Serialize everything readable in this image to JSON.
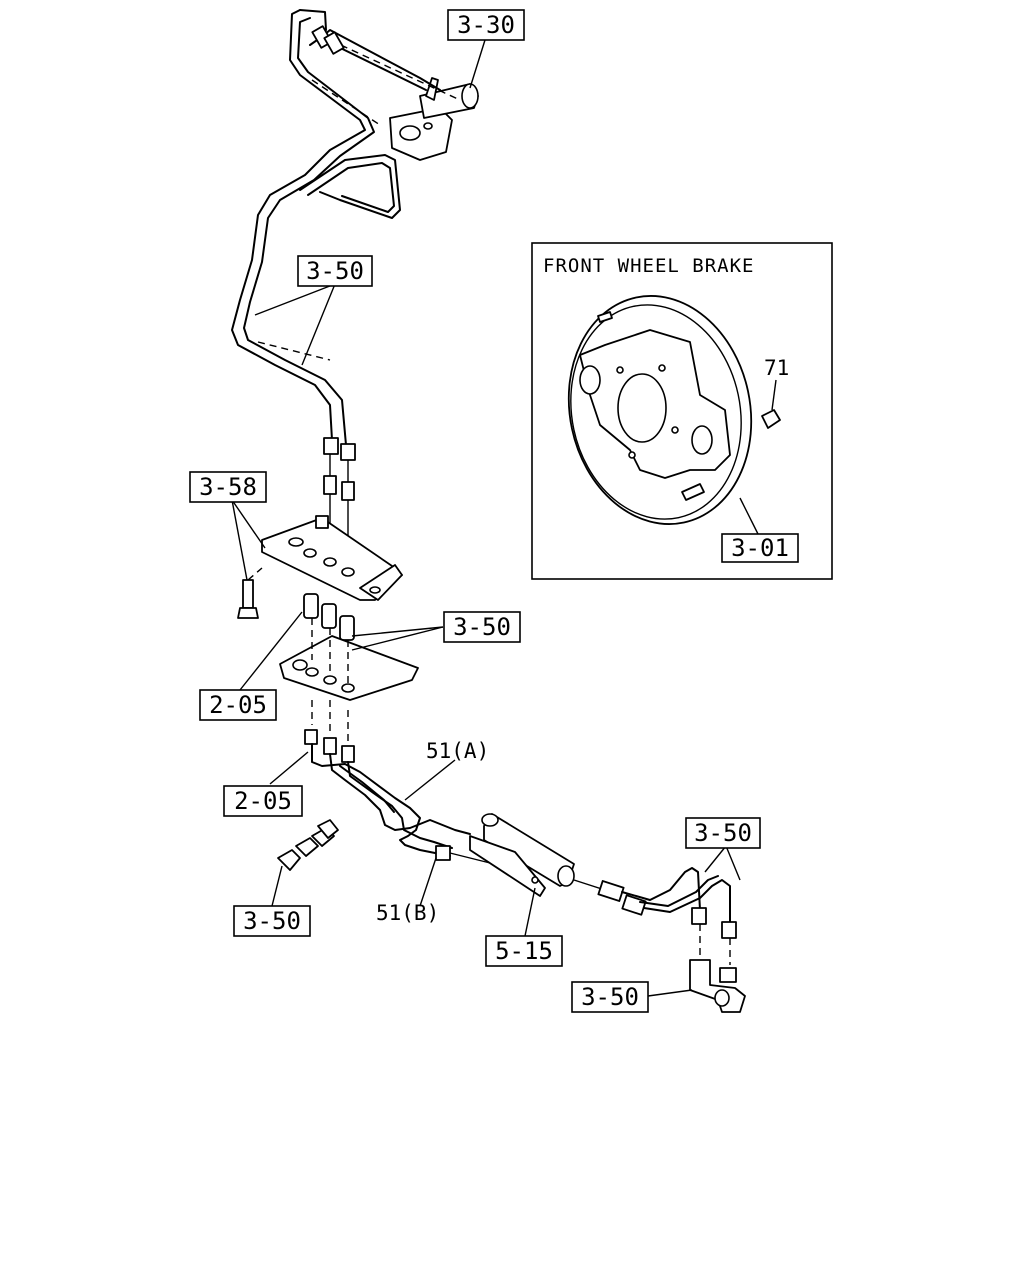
{
  "diagram": {
    "inset_title": "FRONT WHEEL BRAKE",
    "callouts": {
      "master_cylinder": "3-30",
      "upper_pipes": "3-50",
      "bracket_bolt": "3-58",
      "spacers": "3-50",
      "spacer_left": "2-05",
      "union_left": "2-05",
      "pipe_a": "51(A)",
      "pipe_b": "51(B)",
      "clips": "3-50",
      "valve": "5-15",
      "right_pipes": "3-50",
      "right_union": "3-50",
      "inset_part": "71",
      "backing_plate": "3-01"
    }
  }
}
